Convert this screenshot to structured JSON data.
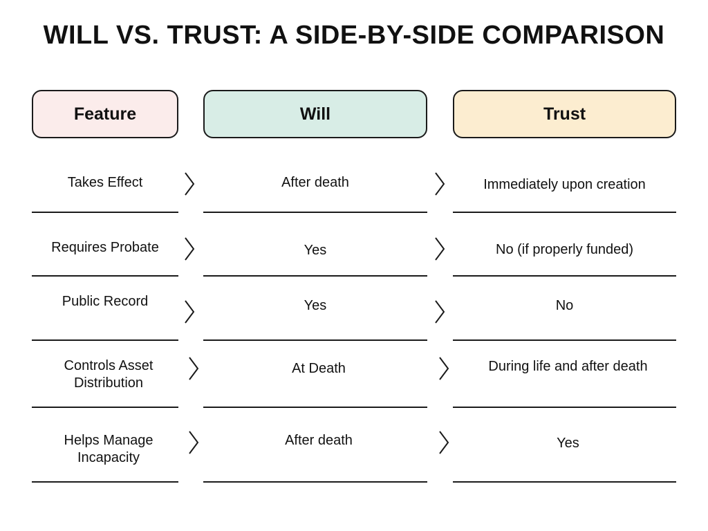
{
  "title": "WILL VS. TRUST: A SIDE-BY-SIDE COMPARISON",
  "headers": {
    "feature": "Feature",
    "will": "Will",
    "trust": "Trust"
  },
  "colors": {
    "feature_header": "#fbeceb",
    "will_header": "#d8ede6",
    "trust_header": "#fcedd0",
    "line": "#1a1a1a"
  },
  "icons": {
    "row_separator": "chevron-right-icon"
  },
  "rows": [
    {
      "feature": "Takes Effect",
      "will": "After death",
      "trust": "Immediately upon creation"
    },
    {
      "feature": "Requires Probate",
      "will": "Yes",
      "trust": "No (if properly funded)"
    },
    {
      "feature": "Public Record",
      "will": "Yes",
      "trust": "No"
    },
    {
      "feature": "Controls Asset Distribution",
      "will": "At Death",
      "trust": "During life and after death"
    },
    {
      "feature": "Helps Manage Incapacity",
      "will": "After death",
      "trust": "Yes"
    }
  ]
}
